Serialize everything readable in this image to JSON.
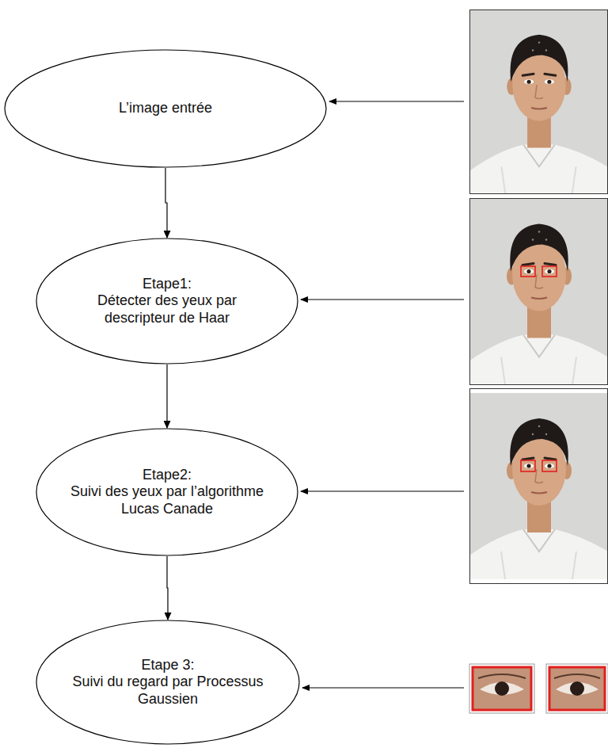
{
  "diagram": {
    "nodes": [
      {
        "text": [
          "L’image entrée"
        ]
      },
      {
        "text": [
          "Etape1:",
          "Détecter des yeux par descripteur de Haar"
        ]
      },
      {
        "text": [
          "Etape2:",
          "Suivi des yeux par l’algorithme Lucas Canade"
        ]
      },
      {
        "text": [
          "Etape 3:",
          "Suivi du regard par Processus Gaussien"
        ]
      }
    ],
    "edges": [
      {
        "from": 0,
        "to": 1,
        "arrow": "to"
      },
      {
        "from": 1,
        "to": 2,
        "arrow": "to"
      },
      {
        "from": 2,
        "to": 3,
        "arrow": "to"
      }
    ]
  }
}
